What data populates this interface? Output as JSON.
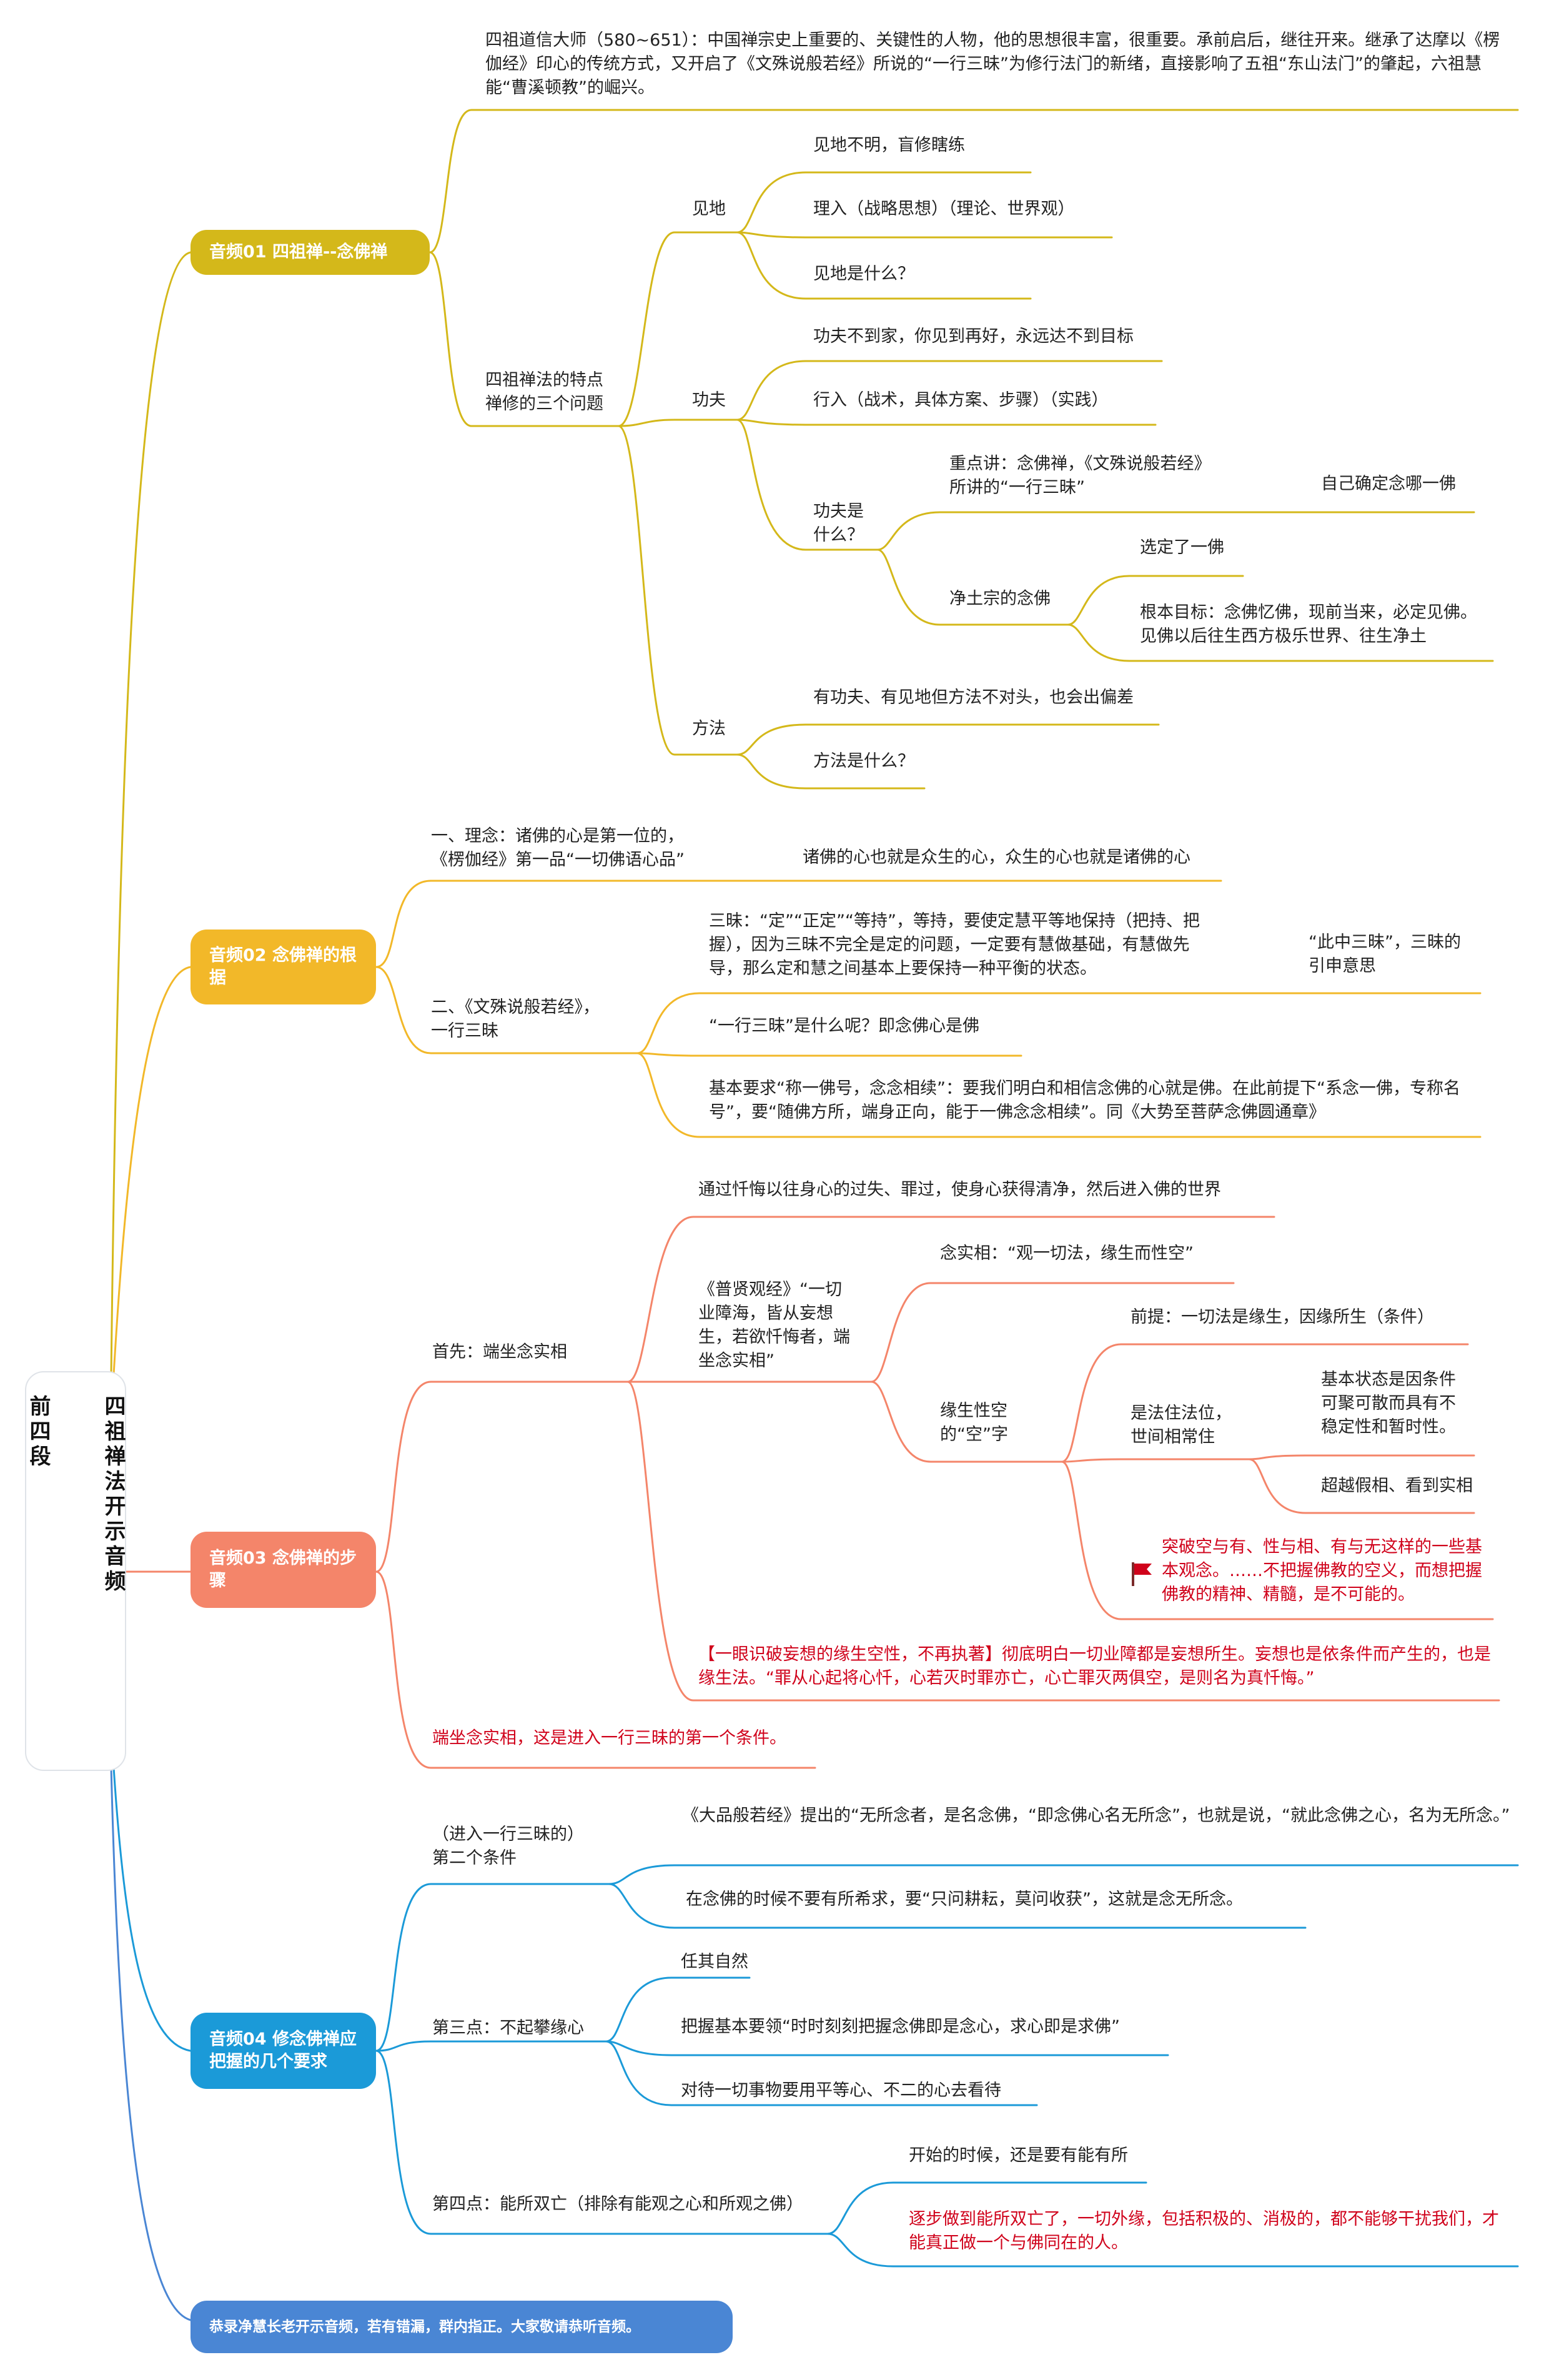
{
  "root": {
    "title": "四祖禅法开示音频\n\n前四段"
  },
  "colors": {
    "s1": "#d4b81a",
    "s2": "#f2b829",
    "s3": "#f4856a",
    "s4": "#1b9ad8",
    "s5": "#4a86d4",
    "red": "#d0021b"
  },
  "branches": [
    {
      "label": "音频01 四祖禅--念佛禅"
    },
    {
      "label": "音频02 念佛禅的根据"
    },
    {
      "label": "音频03 念佛禅的步骤"
    },
    {
      "label": "音频04 修念佛禅应把握的几个要求"
    },
    {
      "label": "恭录净慧长老开示音频，若有错漏，群内指正。大家敬请恭听音频。"
    }
  ],
  "s1": {
    "intro": "四祖道信大师（580~651）：中国禅宗史上重要的、关键性的人物，他的思想很丰富，很重要。承前启后，继往开来。继承了达摩以《楞伽经》印心的传统方式，又开启了《文殊说般若经》所说的“一行三昧”为修行法门的新绪，直接影响了五祖“东山法门”的肇起，六祖慧能“曹溪顿教”的崛兴。",
    "features": "四祖禅法的特点\n禅修的三个问题",
    "jiandi": "见地",
    "jiandi_items": [
      "见地不明，盲修瞎练",
      "理入（战略思想）（理论、世界观）",
      "见地是什么？"
    ],
    "gongfu": "功夫",
    "gongfu_items": [
      "功夫不到家，你见到再好，永远达不到目标",
      "行入（战术，具体方案、步骤）（实践）"
    ],
    "gongfu_what": "功夫是\n什么？",
    "focus": "重点讲：念佛禅，《文殊说般若经》\n所讲的“一行三昧”",
    "choose": "自己确定念哪一佛",
    "pureland": "净土宗的念佛",
    "pureland_items": [
      "选定了一佛",
      "根本目标：念佛忆佛，现前当来，必定见佛。见佛以后往生西方极乐世界、往生净土"
    ],
    "fangfa": "方法",
    "fangfa_items": [
      "有功夫、有见地但方法不对头，也会出偏差",
      "方法是什么？"
    ]
  },
  "s2": {
    "idea": "一、理念：诸佛的心是第一位的，\n《楞伽经》第一品“一切佛语心品”",
    "idea_child": "诸佛的心也就是众生的心，众生的心也就是诸佛的心",
    "sutra": "二、《文殊说般若经》，\n一行三昧",
    "samadhi": "三昧：“定”“正定”“等持”，等持，要使定慧平等地保持（把持、把握），因为三昧不完全是定的问题，一定要有慧做基础，有慧做先导，那么定和慧之间基本上要保持一种平衡的状态。",
    "samadhi_child": "“此中三昧”，三昧的\n引申意思",
    "what": "“一行三昧”是什么呢？即念佛心是佛",
    "basic": "基本要求“称一佛号，念念相续”：要我们明白和相信念佛的心就是佛。在此前提下“系念一佛，专称名号”，要“随佛方所，端身正向，能于一佛念念相续”。同《大势至菩萨念佛圆通章》"
  },
  "s3": {
    "first": "首先：端坐念实相",
    "repent": "通过忏悔以往身心的过失、罪过，使身心获得清净，然后进入佛的世界",
    "puxian": "《普贤观经》“一切\n业障海，皆从妄想\n生，若欲忏悔者，端\n坐念实相”",
    "reality": "念实相：“观一切法，缘生而性空”",
    "empty": "缘生性空\n的“空”字",
    "premise": "前提：一切法是缘生，因缘所生（条件）",
    "dharma": "是法住法位，\n世间相常住",
    "state": "基本状态是因条件\n可聚可散而具有不\n稳定性和暂时性。",
    "beyond": "超越假相、看到实相",
    "breakthrough": "突破空与有、性与相、有与无这样的一些基本观念。……不把握佛教的空义，而想把握佛教的精神、精髓，是不可能的。",
    "seeing": "【一眼识破妄想的缘生空性，不再执著】彻底明白一切业障都是妄想所生。妄想也是依条件而产生的，也是缘生法。“罪从心起将心忏，心若灭时罪亦亡，心亡罪灭两俱空，是则名为真忏悔。”",
    "conclusion": "端坐念实相，这是进入一行三昧的第一个条件。"
  },
  "s4": {
    "second": "（进入一行三昧的）\n第二个条件",
    "second_items": [
      "《大品般若经》提出的“无所念者，是名念佛，“即念佛心名无所念”，也就是说，“就此念佛之心，名为无所念。”",
      "在念佛的时候不要有所希求，要“只问耕耘，莫问收获”，这就是念无所念。"
    ],
    "third": "第三点：不起攀缘心",
    "third_items": [
      "任其自然",
      "把握基本要领“时时刻刻把握念佛即是念心，求心即是求佛”",
      "对待一切事物要用平等心、不二的心去看待"
    ],
    "fourth": "第四点：能所双亡（排除有能观之心和所观之佛）",
    "fourth_items": [
      "开始的时候，还是要有能有所",
      "逐步做到能所双亡了，一切外缘，包括积极的、消极的，都不能够干扰我们，才能真正做一个与佛同在的人。"
    ]
  }
}
